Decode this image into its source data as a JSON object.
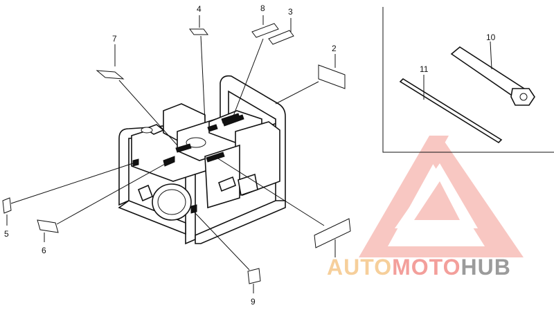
{
  "callouts": {
    "c1": "2",
    "c2": "3",
    "c3": "4",
    "c4": "5",
    "c5": "6",
    "c6": "7",
    "c7": "8",
    "c8": "9",
    "c9": "10",
    "c10": "11"
  },
  "watermark": {
    "part_auto": "AUTO",
    "part_moto": "MOTO",
    "part_hub": "HUB",
    "color_auto": "#f4c07a",
    "color_moto": "#f0807a",
    "color_hub": "#7a7a7a"
  }
}
